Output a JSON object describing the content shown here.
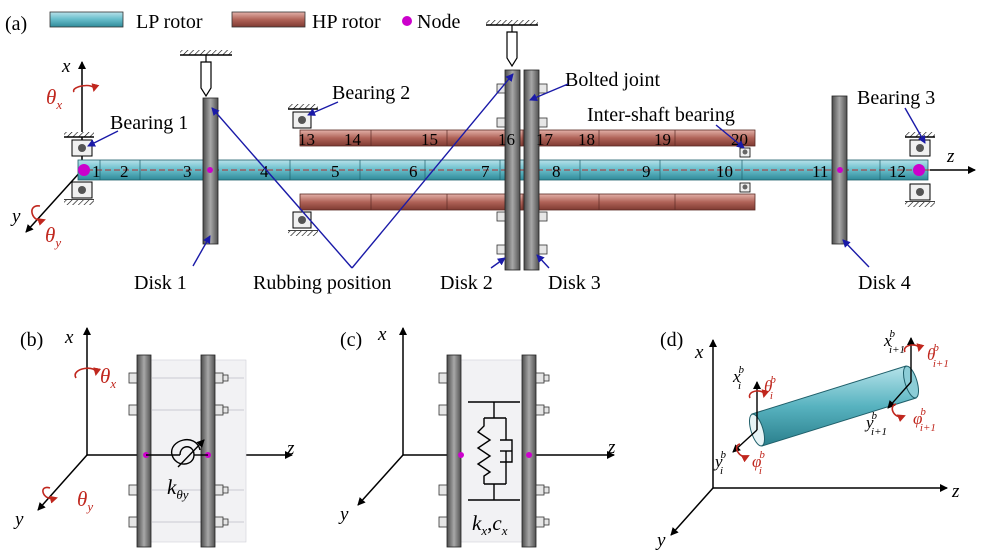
{
  "panel_labels": {
    "a": "(a)",
    "b": "(b)",
    "c": "(c)",
    "d": "(d)"
  },
  "legend": {
    "lp": "LP rotor",
    "hp": "HP rotor",
    "node": "Node"
  },
  "labels": {
    "bearing1": "Bearing 1",
    "bearing2": "Bearing 2",
    "bearing3": "Bearing 3",
    "bolted": "Bolted joint",
    "intershaft": "Inter-shaft bearing",
    "disk1": "Disk 1",
    "disk2": "Disk 2",
    "disk3": "Disk 3",
    "disk4": "Disk 4",
    "rubbing": "Rubbing position"
  },
  "axes": {
    "x": "x",
    "y": "y",
    "z": "z",
    "theta": "θ",
    "sub_x": "x",
    "sub_y": "y"
  },
  "lp_nodes": [
    "1",
    "2",
    "3",
    "4",
    "5",
    "6",
    "7",
    "8",
    "9",
    "10",
    "11",
    "12"
  ],
  "hp_nodes": [
    "13",
    "14",
    "15",
    "16",
    "17",
    "18",
    "19",
    "20"
  ],
  "stiffness": {
    "k": "k",
    "sub": "θy"
  },
  "spring": {
    "k": "k",
    "ksub": "x",
    "c": "c",
    "csub": "x",
    "sep": ","
  },
  "element": {
    "xi": "x",
    "xi_sub": "i",
    "b": "b",
    "xi1_sub": "i+1",
    "theta": "θ",
    "phi": "φ"
  },
  "colors": {
    "lp": "#5fb4c2",
    "hp": "#b0635a",
    "node": "#cc00cc",
    "blue": "#1a1aa8",
    "red": "#c0271e"
  }
}
